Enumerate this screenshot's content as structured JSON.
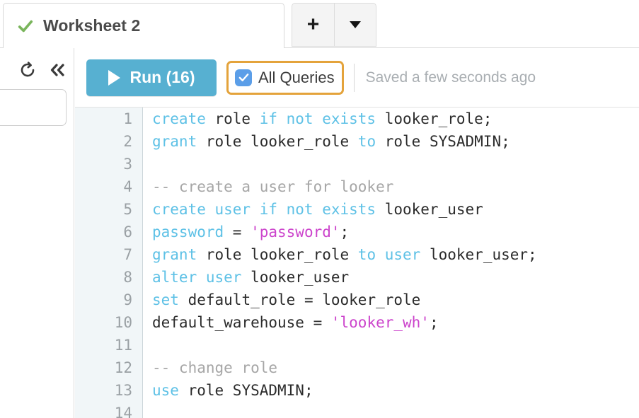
{
  "tabstrip": {
    "tab": {
      "title": "Worksheet 2",
      "status_icon": "check-icon",
      "status_color": "#7ab55c"
    },
    "add_button_label": "+",
    "dropdown_icon": "chevron-down-icon"
  },
  "left_rail": {
    "refresh_icon": "refresh-icon",
    "collapse_icon": "double-chevron-left-icon",
    "input_value": "",
    "input_placeholder": ""
  },
  "toolbar": {
    "run_label": "Run (16)",
    "run_icon": "play-icon",
    "run_color": "#57b0d1",
    "all_queries_label": "All Queries",
    "all_queries_checked": true,
    "all_queries_checkbox_color": "#5b9ee8",
    "all_queries_highlight_color": "#e4a33b",
    "saved_status": "Saved a few seconds ago"
  },
  "editor": {
    "gutter_bg": "#f1f6f8",
    "line_numbers": [
      "1",
      "2",
      "3",
      "4",
      "5",
      "6",
      "7",
      "8",
      "9",
      "10",
      "11",
      "12",
      "13",
      "14"
    ],
    "lines": [
      {
        "n": "1",
        "tokens": [
          {
            "t": "create",
            "c": "kw"
          },
          {
            "t": " role ",
            "c": "pln"
          },
          {
            "t": "if not exists",
            "c": "kw"
          },
          {
            "t": " looker_role;",
            "c": "pln"
          }
        ]
      },
      {
        "n": "2",
        "tokens": [
          {
            "t": "grant",
            "c": "kw"
          },
          {
            "t": " role looker_role ",
            "c": "pln"
          },
          {
            "t": "to",
            "c": "kw"
          },
          {
            "t": " role SYSADMIN;",
            "c": "pln"
          }
        ]
      },
      {
        "n": "3",
        "tokens": []
      },
      {
        "n": "4",
        "tokens": [
          {
            "t": "-- create a user for looker",
            "c": "cmt"
          }
        ]
      },
      {
        "n": "5",
        "tokens": [
          {
            "t": "create user if not exists",
            "c": "kw"
          },
          {
            "t": " looker_user",
            "c": "pln"
          }
        ]
      },
      {
        "n": "6",
        "tokens": [
          {
            "t": "password",
            "c": "kw"
          },
          {
            "t": " = ",
            "c": "pln"
          },
          {
            "t": "'password'",
            "c": "str"
          },
          {
            "t": ";",
            "c": "pln"
          }
        ]
      },
      {
        "n": "7",
        "tokens": [
          {
            "t": "grant",
            "c": "kw"
          },
          {
            "t": " role looker_role ",
            "c": "pln"
          },
          {
            "t": "to user",
            "c": "kw"
          },
          {
            "t": " looker_user;",
            "c": "pln"
          }
        ]
      },
      {
        "n": "8",
        "tokens": [
          {
            "t": "alter user",
            "c": "kw"
          },
          {
            "t": " looker_user",
            "c": "pln"
          }
        ]
      },
      {
        "n": "9",
        "tokens": [
          {
            "t": "set",
            "c": "kw"
          },
          {
            "t": " default_role = looker_role",
            "c": "pln"
          }
        ]
      },
      {
        "n": "10",
        "tokens": [
          {
            "t": "default_warehouse = ",
            "c": "pln"
          },
          {
            "t": "'looker_wh'",
            "c": "str"
          },
          {
            "t": ";",
            "c": "pln"
          }
        ]
      },
      {
        "n": "11",
        "tokens": []
      },
      {
        "n": "12",
        "tokens": [
          {
            "t": "-- change role",
            "c": "cmt"
          }
        ]
      },
      {
        "n": "13",
        "tokens": [
          {
            "t": "use",
            "c": "kw"
          },
          {
            "t": " role SYSADMIN;",
            "c": "pln"
          }
        ]
      },
      {
        "n": "14",
        "tokens": []
      }
    ]
  }
}
